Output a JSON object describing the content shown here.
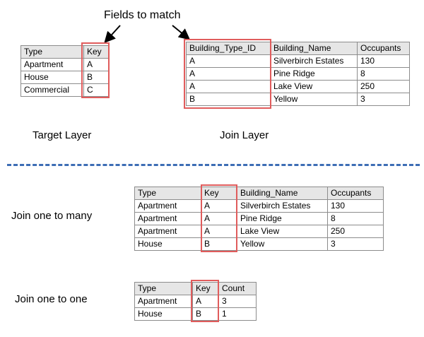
{
  "annotation": {
    "fields_to_match": "Fields to match"
  },
  "target_layer": {
    "caption": "Target Layer",
    "headers": [
      "Type",
      "Key"
    ],
    "rows": [
      [
        "Apartment",
        "A"
      ],
      [
        "House",
        "B"
      ],
      [
        "Commercial",
        "C"
      ]
    ]
  },
  "join_layer": {
    "caption": "Join Layer",
    "headers": [
      "Building_Type_ID",
      "Building_Name",
      "Occupants"
    ],
    "rows": [
      [
        "A",
        "Silverbirch Estates",
        "130"
      ],
      [
        "A",
        "Pine Ridge",
        "8"
      ],
      [
        "A",
        "Lake View",
        "250"
      ],
      [
        "B",
        "Yellow",
        "3"
      ]
    ]
  },
  "one_to_many": {
    "caption": "Join one to many",
    "headers": [
      "Type",
      "Key",
      "Building_Name",
      "Occupants"
    ],
    "rows": [
      [
        "Apartment",
        "A",
        "Silverbirch Estates",
        "130"
      ],
      [
        "Apartment",
        "A",
        "Pine Ridge",
        "8"
      ],
      [
        "Apartment",
        "A",
        "Lake View",
        "250"
      ],
      [
        "House",
        "B",
        "Yellow",
        "3"
      ]
    ]
  },
  "one_to_one": {
    "caption": "Join one to one",
    "headers": [
      "Type",
      "Key",
      "Count"
    ],
    "rows": [
      [
        "Apartment",
        "A",
        "3"
      ],
      [
        "House",
        "B",
        "1"
      ]
    ]
  },
  "colors": {
    "highlight": "#e05c5c",
    "divider": "#3d6db5",
    "header_bg": "#e6e6e6"
  }
}
